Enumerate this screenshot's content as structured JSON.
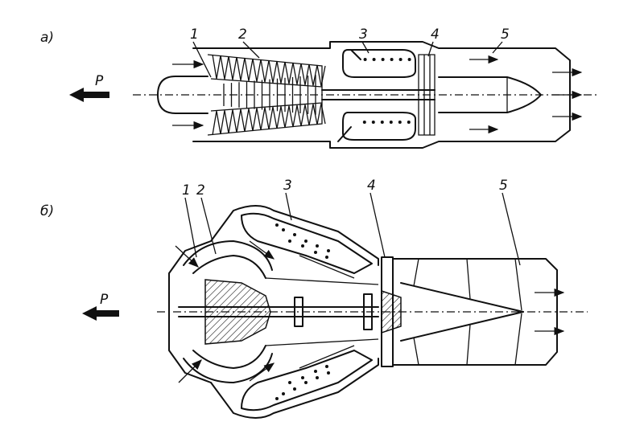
{
  "diagram_a": {
    "variant_label": "а)",
    "thrust_label": "P",
    "callouts": [
      "1",
      "2",
      "3",
      "4",
      "5"
    ]
  },
  "diagram_b": {
    "variant_label": "б)",
    "thrust_label": "P",
    "callouts": [
      "1",
      "2",
      "3",
      "4",
      "5"
    ]
  }
}
